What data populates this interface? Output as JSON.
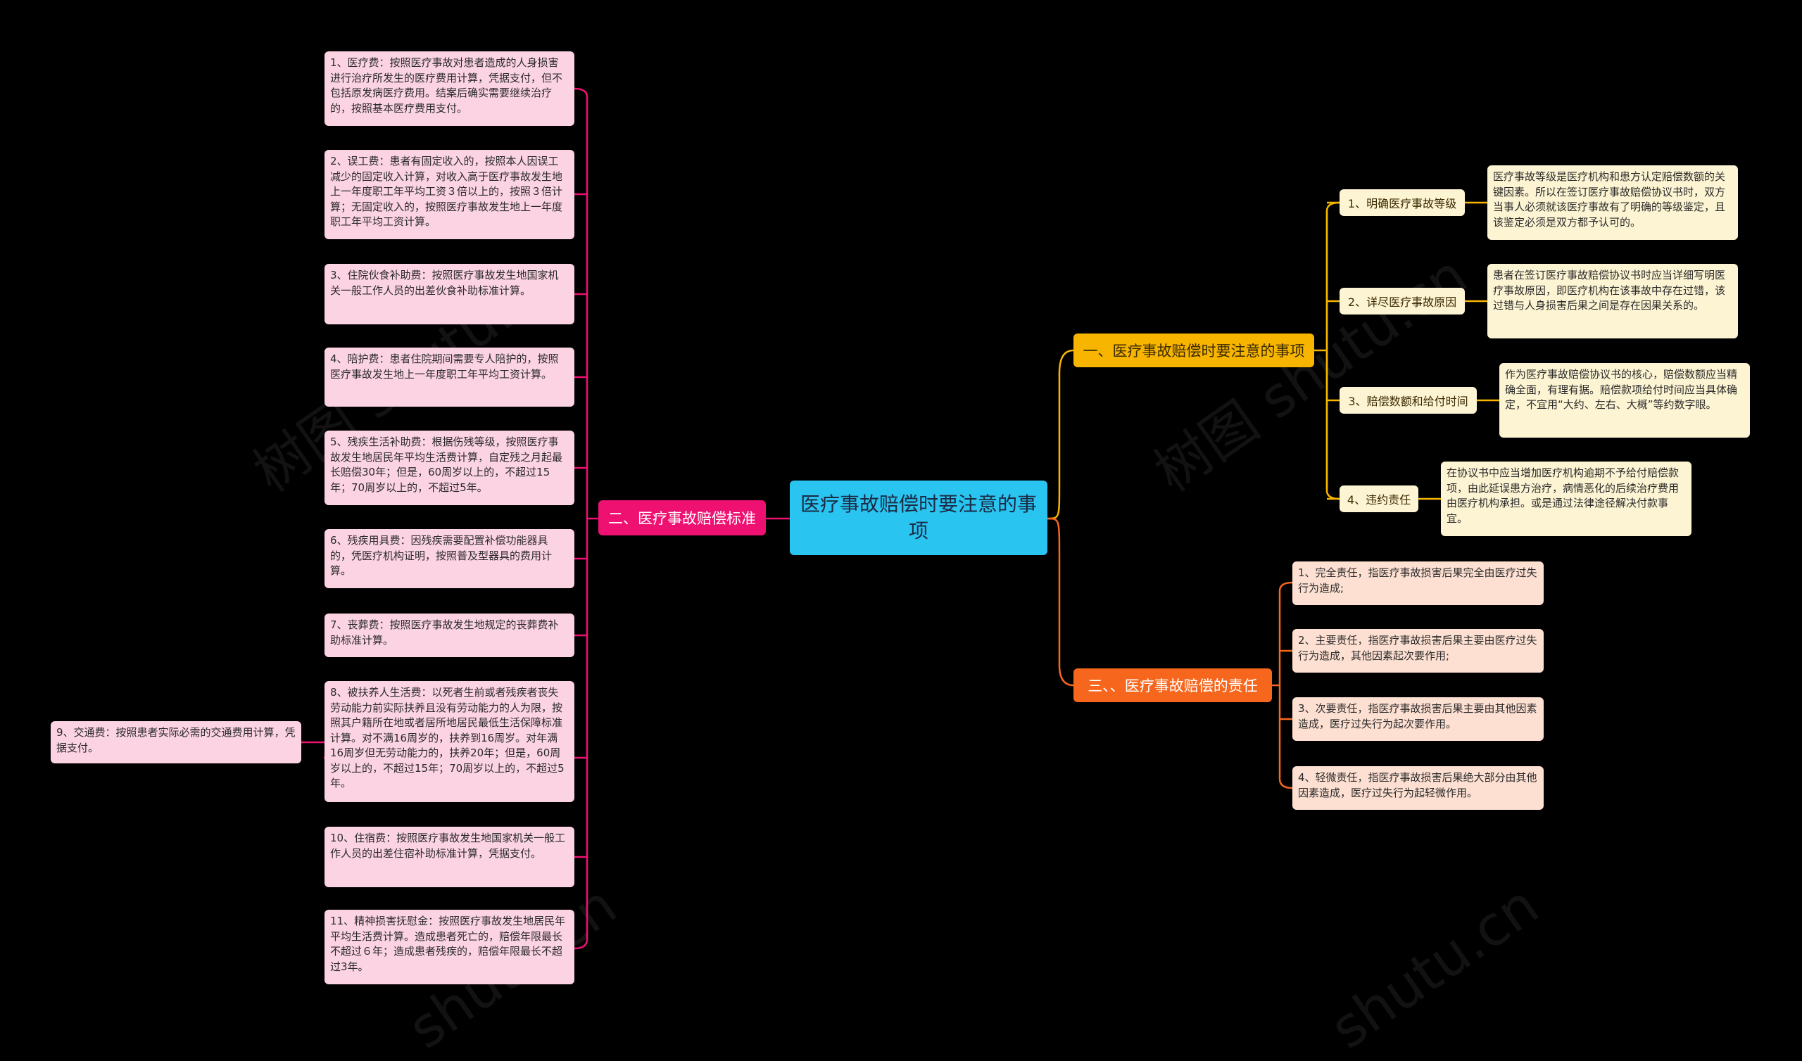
{
  "root": "医疗事故赔偿时要注意的事项",
  "branches": {
    "b1": {
      "label": "一、医疗事故赔偿时要注意的事项",
      "subs": [
        {
          "label": "1、明确医疗事故等级",
          "detail": "医疗事故等级是医疗机构和患方认定赔偿数额的关键因素。所以在签订医疗事故赔偿协议书时，双方当事人必须就该医疗事故有了明确的等级鉴定，且该鉴定必须是双方都予认可的。"
        },
        {
          "label": "2、详尽医疗事故原因",
          "detail": "患者在签订医疗事故赔偿协议书时应当详细写明医疗事故原因，即医疗机构在该事故中存在过错，该过错与人身损害后果之间是存在因果关系的。"
        },
        {
          "label": "3、赔偿数额和给付时间",
          "detail": "作为医疗事故赔偿协议书的核心，赔偿数额应当精确全面，有理有据。赔偿款项给付时间应当具体确定，不宜用“大约、左右、大概”等约数字眼。"
        },
        {
          "label": "4、违约责任",
          "detail": "在协议书中应当增加医疗机构逾期不予给付赔偿款项，由此延误患方治疗，病情恶化的后续治疗费用由医疗机构承担。或是通过法律途径解决付款事宜。"
        }
      ]
    },
    "b2": {
      "label": "二、医疗事故赔偿标准",
      "items": [
        "1、医疗费：按照医疗事故对患者造成的人身损害进行治疗所发生的医疗费用计算，凭据支付，但不包括原发病医疗费用。结案后确实需要继续治疗的，按照基本医疗费用支付。",
        "2、误工费：患者有固定收入的，按照本人因误工减少的固定收入计算，对收入高于医疗事故发生地上一年度职工年平均工资３倍以上的，按照３倍计算；无固定收入的，按照医疗事故发生地上一年度职工年平均工资计算。",
        "3、住院伙食补助费：按照医疗事故发生地国家机关一般工作人员的出差伙食补助标准计算。",
        "4、陪护费：患者住院期间需要专人陪护的，按照医疗事故发生地上一年度职工年平均工资计算。",
        "5、残疾生活补助费：根据伤残等级，按照医疗事故发生地居民年平均生活费计算，自定残之月起最长赔偿30年；但是，60周岁以上的，不超过15年；70周岁以上的，不超过5年。",
        "6、残疾用具费：因残疾需要配置补偿功能器具的，凭医疗机构证明，按照普及型器具的费用计算。",
        "7、丧葬费：按照医疗事故发生地规定的丧葬费补助标准计算。",
        "8、被扶养人生活费：以死者生前或者残疾者丧失劳动能力前实际扶养且没有劳动能力的人为限，按照其户籍所在地或者居所地居民最低生活保障标准计算。对不满16周岁的，扶养到16周岁。对年满16周岁但无劳动能力的，扶养20年；但是，60周岁以上的，不超过15年；70周岁以上的，不超过5年。",
        "10、住宿费：按照医疗事故发生地国家机关一般工作人员的出差住宿补助标准计算，凭据支付。",
        "11、精神损害抚慰金：按照医疗事故发生地居民年平均生活费计算。造成患者死亡的，赔偿年限最长不超过６年；造成患者残疾的，赔偿年限最长不超过3年。"
      ],
      "extra": "9、交通费：按照患者实际必需的交通费用计算，凭据支付。"
    },
    "b3": {
      "label": "三、、医疗事故赔偿的责任",
      "items": [
        "1、完全责任，指医疗事故损害后果完全由医疗过失行为造成;",
        "2、主要责任，指医疗事故损害后果主要由医疗过失行为造成，其他因素起次要作用;",
        "3、次要责任，指医疗事故损害后果主要由其他因素造成，医疗过失行为起次要作用。",
        "4、轻微责任，指医疗事故损害后果绝大部分由其他因素造成，医疗过失行为起轻微作用。"
      ]
    }
  },
  "colors": {
    "b1": "#f7b500",
    "b2": "#ee1172",
    "b3": "#f6671d",
    "root": "#29c4f0"
  }
}
